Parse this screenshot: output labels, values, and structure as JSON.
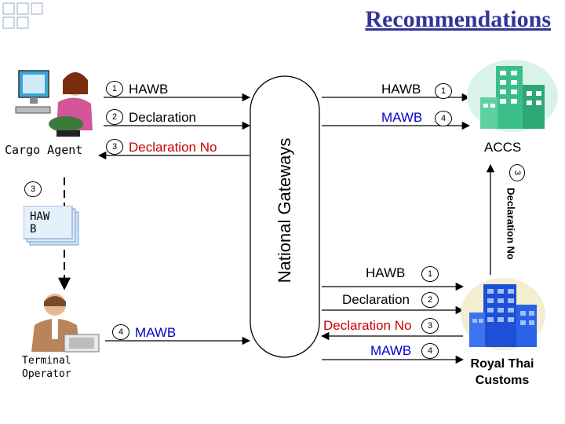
{
  "title": "Recommendations",
  "gateway": {
    "label": "National Gateways"
  },
  "nodes": {
    "cargo_agent": "Cargo Agent",
    "accs": "ACCS",
    "terminal_operator": [
      "Terminal",
      "Operator"
    ],
    "customs": [
      "Royal Thai",
      "Customs"
    ],
    "hawb_doc": [
      "HAW",
      "B"
    ]
  },
  "flows": {
    "agent": [
      {
        "num": "1",
        "label": "HAWB"
      },
      {
        "num": "2",
        "label": "Declaration"
      },
      {
        "num": "3",
        "label": "Declaration No"
      }
    ],
    "accs": [
      {
        "num": "1",
        "label": "HAWB"
      },
      {
        "num": "4",
        "label": "MAWB"
      }
    ],
    "accs_vertical": {
      "num": "3",
      "label": "Declaration No"
    },
    "agent_vertical": {
      "num": "3"
    },
    "operator": {
      "num": "4",
      "label": "MAWB"
    },
    "customs": [
      {
        "num": "1",
        "label": "HAWB"
      },
      {
        "num": "2",
        "label": "Declaration"
      },
      {
        "num": "3",
        "label": "Declaration No"
      },
      {
        "num": "4",
        "label": "MAWB"
      }
    ]
  },
  "colors": {
    "title": "#333399",
    "red": "#cc0000",
    "blue": "#0000cc",
    "building_green": "#3bbf8a",
    "building_blue": "#1f4fd6"
  }
}
